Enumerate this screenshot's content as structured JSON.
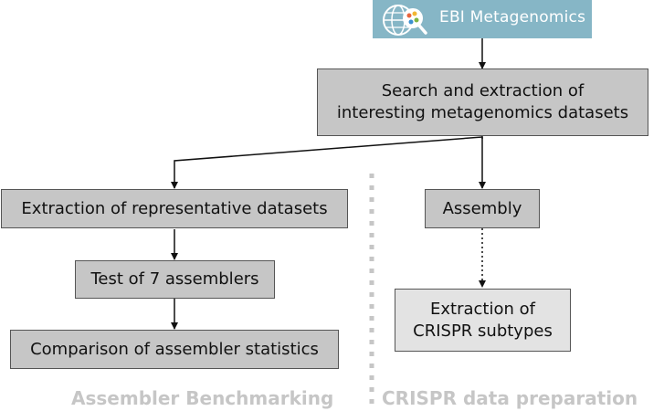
{
  "banner": {
    "title": "EBI Metagenomics",
    "logo_icon": "globe-magnifier-icon",
    "background": "#86b6c6"
  },
  "nodes": {
    "search": "Search and extraction of\ninteresting metagenomics datasets",
    "extraction_representative": "Extraction of representative datasets",
    "test_assemblers": "Test of 7 assemblers",
    "comparison": "Comparison of assembler statistics",
    "assembly": "Assembly",
    "crispr": "Extraction of\nCRISPR subtypes"
  },
  "sections": {
    "left": "Assembler Benchmarking",
    "right": "CRISPR data preparation"
  },
  "colors": {
    "box_dark": "#c6c6c6",
    "box_light": "#e3e3e3",
    "section_label": "#c6c6c6",
    "divider": "#c6c6c6"
  }
}
